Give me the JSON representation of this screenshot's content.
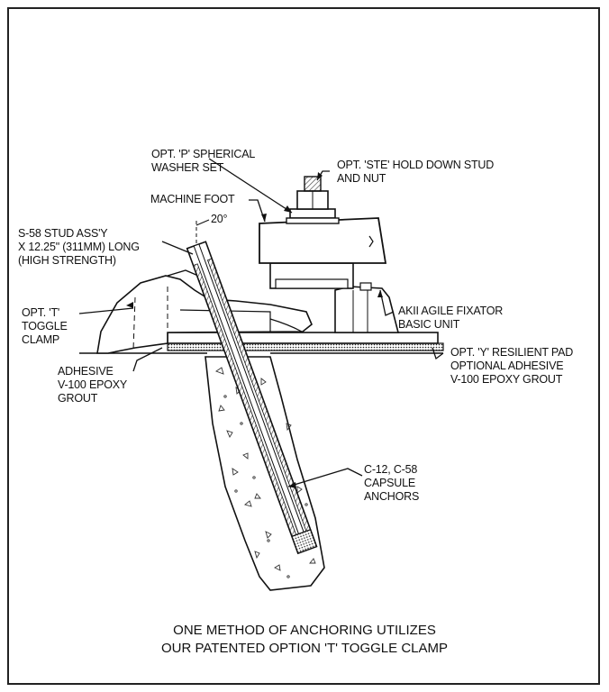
{
  "labels": {
    "spherical_washer": "OPT. 'P' SPHERICAL\nWASHER SET",
    "hold_down_stud": "OPT. 'STE' HOLD DOWN STUD\nAND NUT",
    "machine_foot": "MACHINE FOOT",
    "angle": "20°",
    "stud_assy": "S-58 STUD ASS'Y\nX 12.25\" (311MM) LONG\n(HIGH STRENGTH)",
    "toggle_clamp": "OPT. 'T'\nTOGGLE\nCLAMP",
    "fixator": "AKII AGILE FIXATOR\nBASIC UNIT",
    "resilient_pad": "OPT. 'Y' RESILIENT PAD\nOPTIONAL ADHESIVE\nV-100 EPOXY GROUT",
    "adhesive_grout": "ADHESIVE\nV-100 EPOXY\nGROUT",
    "capsule_anchors": "C-12, C-58\nCAPSULE\nANCHORS"
  },
  "caption": {
    "line1": "ONE METHOD OF ANCHORING UTILIZES",
    "line2": "OUR PATENTED OPTION 'T' TOGGLE CLAMP"
  }
}
